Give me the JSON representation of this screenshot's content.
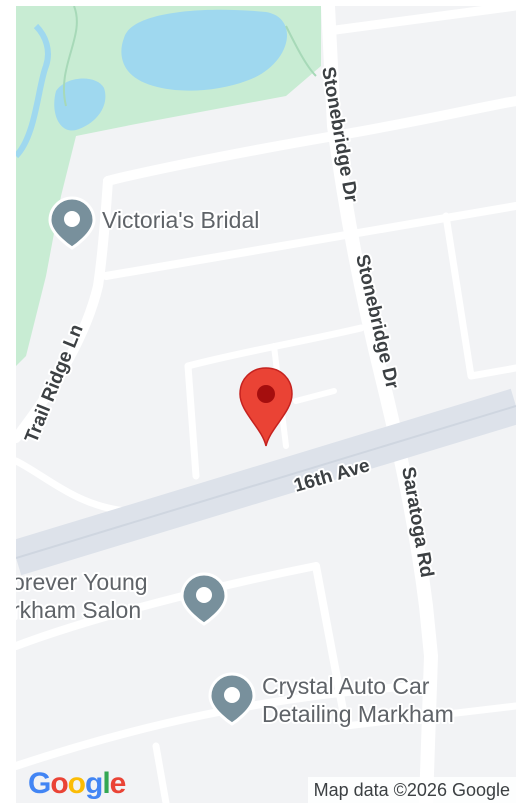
{
  "map": {
    "streets": {
      "stonebridge_dr_north": "Stonebridge Dr",
      "stonebridge_dr_south": "Stonebridge Dr",
      "trail_ridge_ln": "Trail Ridge Ln",
      "sixteenth_ave": "16th Ave",
      "saratoga_rd": "Saratoga Rd"
    },
    "places": {
      "victorias_bridal": {
        "line1": "Victoria's Bridal",
        "icon": "place-marker-icon"
      },
      "forever_young": {
        "line1": "orever Young",
        "line2": "rkham Salon",
        "icon": "place-marker-icon"
      },
      "crystal_auto": {
        "line1": "Crystal Auto Car",
        "line2": "Detailing Markham",
        "icon": "place-marker-icon"
      }
    },
    "selected_pin": {
      "icon": "red-location-pin-icon"
    },
    "colors": {
      "land": "#f2f3f5",
      "park": "#c8ecd3",
      "water": "#9fd8ef",
      "major_road": "#dde2ea",
      "minor_road": "#ffffff",
      "pin": "#ea4335",
      "poi_marker": "#78909c"
    }
  },
  "branding": {
    "logo": {
      "G": "G",
      "o1": "o",
      "o2": "o",
      "g": "g",
      "l": "l",
      "e": "e"
    },
    "attribution": "Map data ©2026 Google"
  }
}
